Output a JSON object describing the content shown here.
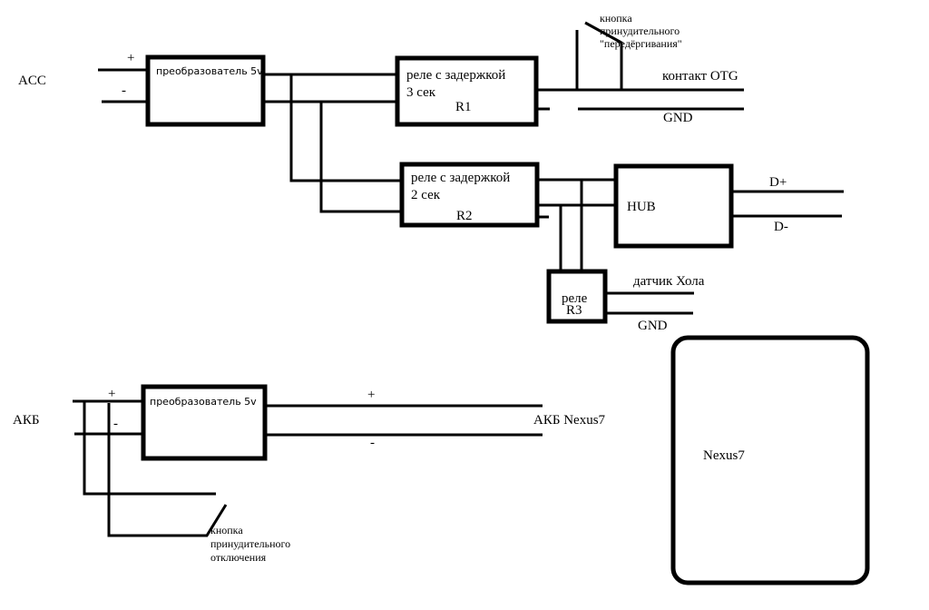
{
  "labels": {
    "acc": "ACC",
    "acc_plus": "+",
    "acc_minus": "-",
    "converter1": "преобразователь 5v",
    "r1_line1": "реле с задержкой",
    "r1_line2": "3 сек",
    "r1_id": "R1",
    "r2_line1": "реле с задержкой",
    "r2_line2": "2 сек",
    "r2_id": "R2",
    "otg_button_line1": "кнопка",
    "otg_button_line2": "принудительного",
    "otg_button_line3": "\"передёргивания\"",
    "otg_contact": "контакт OTG",
    "gnd1": "GND",
    "hub": "HUB",
    "d_plus": "D+",
    "d_minus": "D-",
    "r3_line1": "реле",
    "r3_id": "R3",
    "hall_sensor": "датчик Хола",
    "gnd2": "GND",
    "akb": "АКБ",
    "akb_plus": "+",
    "akb_minus": "-",
    "converter2": "преобразователь 5v",
    "out_plus": "+",
    "out_minus": "-",
    "akb_nexus": "АКБ Nexus7",
    "off_button_line1": "кнопка",
    "off_button_line2": "принудительного",
    "off_button_line3": "отключения",
    "nexus": "Nexus7"
  }
}
